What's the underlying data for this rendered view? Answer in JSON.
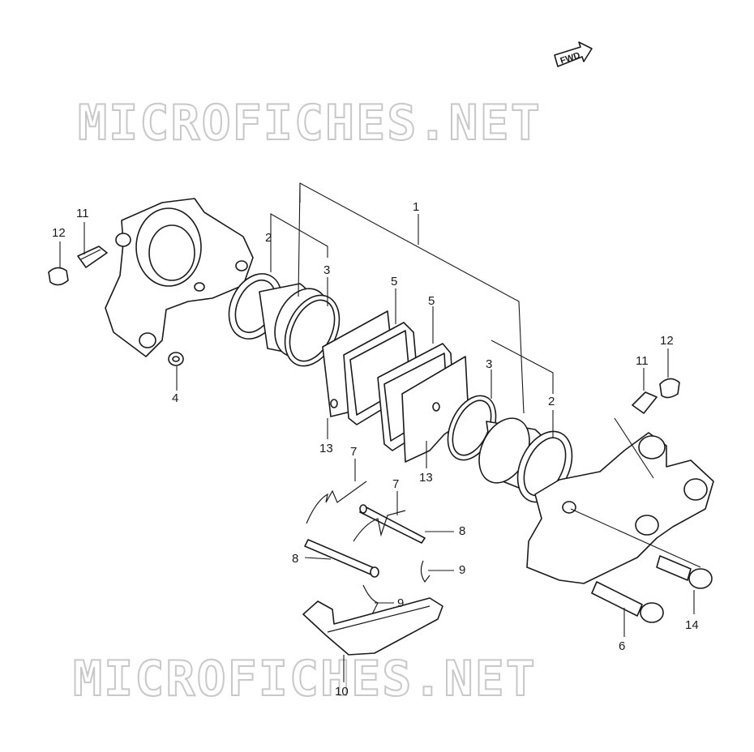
{
  "watermark": {
    "top_text": "MICROFICHES.NET",
    "bottom_text": "MICROFICHES.NET"
  },
  "direction_badge": {
    "label": "FWD"
  },
  "callouts": [
    {
      "id": "c1",
      "label": "1"
    },
    {
      "id": "c2a",
      "label": "2"
    },
    {
      "id": "c2b",
      "label": "2"
    },
    {
      "id": "c3a",
      "label": "3"
    },
    {
      "id": "c3b",
      "label": "3"
    },
    {
      "id": "c4",
      "label": "4"
    },
    {
      "id": "c5a",
      "label": "5"
    },
    {
      "id": "c5b",
      "label": "5"
    },
    {
      "id": "c6",
      "label": "6"
    },
    {
      "id": "c7a",
      "label": "7"
    },
    {
      "id": "c7b",
      "label": "7"
    },
    {
      "id": "c8a",
      "label": "8"
    },
    {
      "id": "c8b",
      "label": "8"
    },
    {
      "id": "c9a",
      "label": "9"
    },
    {
      "id": "c9b",
      "label": "9"
    },
    {
      "id": "c10",
      "label": "10"
    },
    {
      "id": "c11a",
      "label": "11"
    },
    {
      "id": "c11b",
      "label": "11"
    },
    {
      "id": "c12a",
      "label": "12"
    },
    {
      "id": "c12b",
      "label": "12"
    },
    {
      "id": "c13a",
      "label": "13"
    },
    {
      "id": "c13b",
      "label": "13"
    },
    {
      "id": "c14",
      "label": "14"
    }
  ]
}
